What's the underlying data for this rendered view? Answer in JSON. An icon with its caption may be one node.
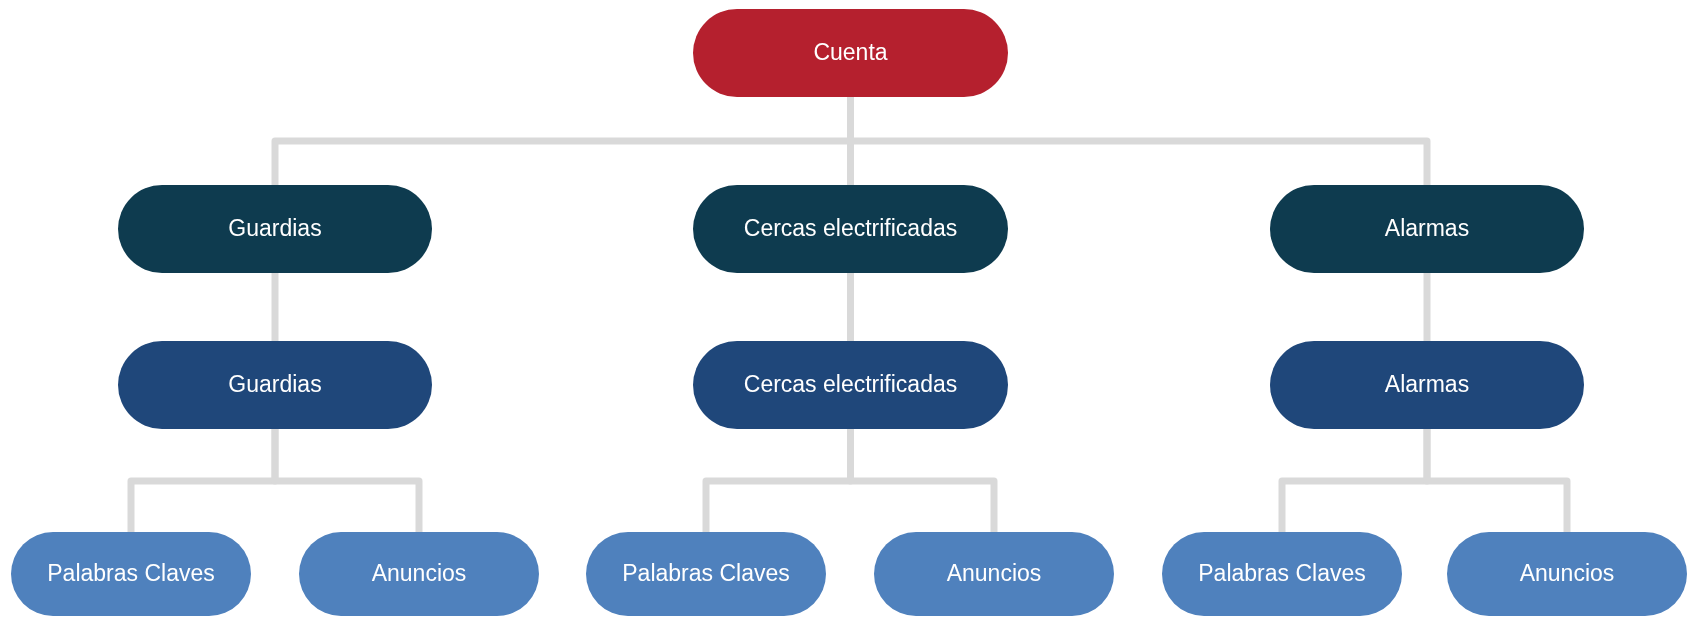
{
  "diagram": {
    "nodes": [
      {
        "text": [
          "Cuenta"
        ]
      },
      {
        "text": [
          "Guardias"
        ]
      },
      {
        "text": [
          "Cercas electrificadas"
        ]
      },
      {
        "text": [
          "Alarmas"
        ]
      },
      {
        "text": [
          "Guardias"
        ]
      },
      {
        "text": [
          "Cercas electrificadas"
        ]
      },
      {
        "text": [
          "Alarmas"
        ]
      },
      {
        "text": [
          "Palabras Claves"
        ]
      },
      {
        "text": [
          "Anuncios"
        ]
      },
      {
        "text": [
          "Palabras Claves"
        ]
      },
      {
        "text": [
          "Anuncios"
        ]
      },
      {
        "text": [
          "Palabras Claves"
        ]
      },
      {
        "text": [
          "Anuncios"
        ]
      }
    ],
    "edges": [
      {
        "from": 0,
        "to": 1,
        "arrow": "none"
      },
      {
        "from": 0,
        "to": 2,
        "arrow": "none"
      },
      {
        "from": 0,
        "to": 3,
        "arrow": "none"
      },
      {
        "from": 1,
        "to": 4,
        "arrow": "none"
      },
      {
        "from": 2,
        "to": 5,
        "arrow": "none"
      },
      {
        "from": 3,
        "to": 6,
        "arrow": "none"
      },
      {
        "from": 4,
        "to": 7,
        "arrow": "none"
      },
      {
        "from": 4,
        "to": 8,
        "arrow": "none"
      },
      {
        "from": 5,
        "to": 9,
        "arrow": "none"
      },
      {
        "from": 5,
        "to": 10,
        "arrow": "none"
      },
      {
        "from": 6,
        "to": 11,
        "arrow": "none"
      },
      {
        "from": 6,
        "to": 12,
        "arrow": "none"
      }
    ]
  }
}
